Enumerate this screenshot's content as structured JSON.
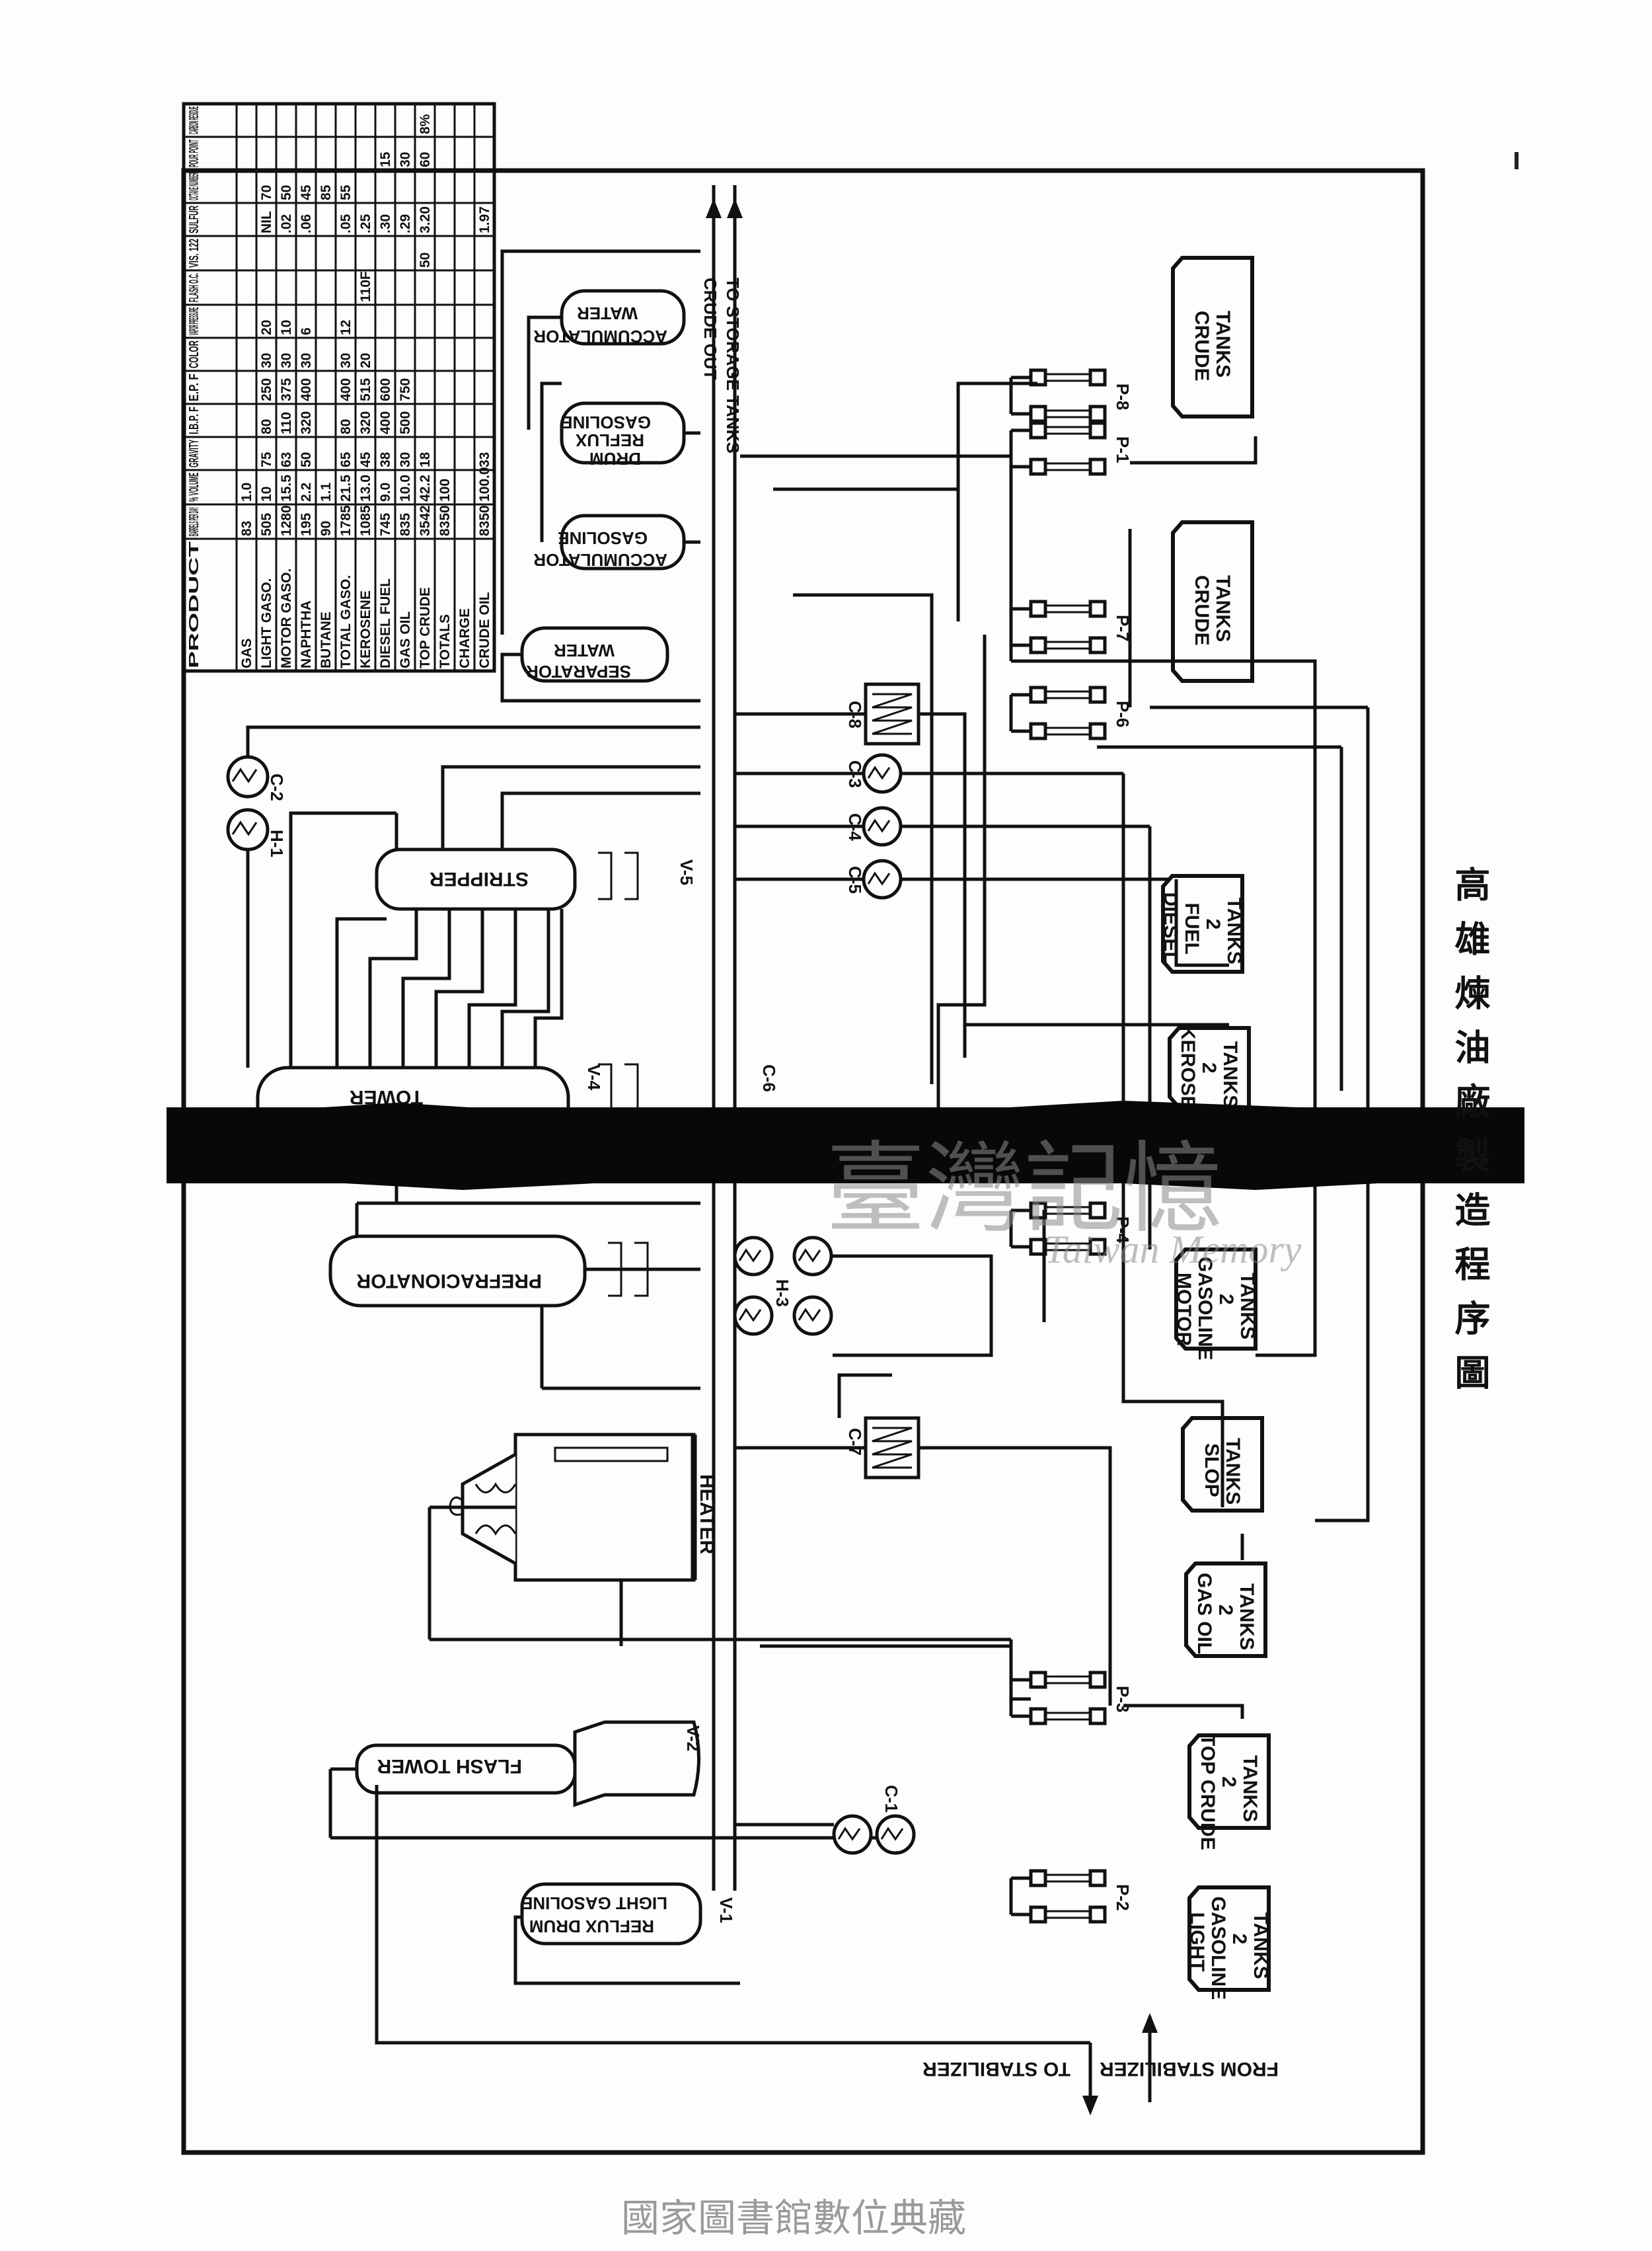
{
  "caption": "高雄煉油廠製造程序圖",
  "footer": "國家圖書館數位典藏",
  "watermark": {
    "main": "臺灣記憶",
    "sub": "Taiwan Memory"
  },
  "equipment": {
    "flash_tower": "FLASH TOWER",
    "prefractionator": "PREFRACIONATOR",
    "heater": "HEATER",
    "tower": "TOWER",
    "stripper": "STRIPPER",
    "water_separator": [
      "WATER",
      "SEPARATOR"
    ],
    "gasoline_accumulator": [
      "GASOLINE",
      "ACCUMULATOR"
    ],
    "gasoline_reflux_drum": [
      "GASOLINE",
      "REFLUX",
      "DRUM"
    ],
    "water_accumulator": [
      "WATER",
      "ACCUMULATOR"
    ],
    "light_gasoline_reflux_drum": [
      "LIGHT GASOLINE",
      "REFLUX DRUM"
    ],
    "to_stabilizer": "TO STABILIZER",
    "from_stabilizer": "FROM STABILIZER",
    "crude_out": "CRUDE OUT",
    "to_storage_tanks": "TO STORAGE TANKS"
  },
  "tags": {
    "v1": "V-1",
    "v2": "V-2",
    "v4": "V-4",
    "v5": "V-5",
    "h1": "H-1",
    "h3": "H-3",
    "c1": "C-1",
    "c2": "C-2",
    "c3": "C-3",
    "c4": "C-4",
    "c5": "C-5",
    "c6": "C-6",
    "c7": "C-7",
    "c8": "C-8",
    "p1": "P-1",
    "p2": "P-2",
    "p3": "P-3",
    "p4": "P-4",
    "p6": "P-6",
    "p7": "P-7",
    "p8": "P-8"
  },
  "tanks": {
    "light_gasoline": [
      "LIGHT",
      "GASOLINE",
      "2",
      "TANKS"
    ],
    "top_crude": [
      "TOP CRUDE",
      "2",
      "TANKS"
    ],
    "gas_oil": [
      "GAS OIL",
      "2",
      "TANKS"
    ],
    "slop": [
      "SLOP",
      "TANKS"
    ],
    "motor_gasoline": [
      "MOTOR",
      "GASOLINE",
      "2",
      "TANKS"
    ],
    "kerosene": [
      "KEROSENE",
      "2",
      "TANKS"
    ],
    "diesel_fuel": [
      "DIESEL",
      "FUEL",
      "2",
      "TANKS"
    ],
    "crude_1": [
      "CRUDE",
      "TANKS"
    ],
    "crude_2": [
      "CRUDE",
      "TANKS"
    ]
  },
  "table": {
    "headers": [
      "PRODUCT",
      "BARRELS PER DAY",
      "% VOLUME",
      "GRAVITY",
      "I.B.P. F",
      "E.P. F",
      "COLOR",
      "VAPOR PRESSURE",
      "FLASH O.C.",
      "VIS. 122",
      "SULFUR",
      "OCTANE NUMBER",
      "POUR POINT",
      "CARBON RESIDUE"
    ],
    "rows": [
      [
        "GAS",
        "83",
        "1.0",
        "",
        "",
        "",
        "",
        "",
        "",
        "",
        "",
        "",
        "",
        ""
      ],
      [
        "LIGHT GASO.",
        "505",
        "10",
        "75",
        "80",
        "250",
        "30",
        "20",
        "",
        "",
        "NIL",
        "70",
        "",
        ""
      ],
      [
        "MOTOR GASO.",
        "1280",
        "15.5",
        "63",
        "110",
        "375",
        "30",
        "10",
        "",
        "",
        ".02",
        "50",
        "",
        ""
      ],
      [
        "NAPHTHA",
        "195",
        "2.2",
        "50",
        "320",
        "400",
        "30",
        "6",
        "",
        "",
        ".06",
        "45",
        "",
        ""
      ],
      [
        "BUTANE",
        "90",
        "1.1",
        "",
        "",
        "",
        "",
        "",
        "",
        "",
        "",
        "85",
        "",
        ""
      ],
      [
        "TOTAL GASO.",
        "1785",
        "21.5",
        "65",
        "80",
        "400",
        "30",
        "12",
        "",
        "",
        ".05",
        "55",
        "",
        ""
      ],
      [
        "KEROSENE",
        "1085",
        "13.0",
        "45",
        "320",
        "515",
        "20",
        "",
        "110F",
        "",
        ".25",
        "",
        "",
        ""
      ],
      [
        "DIESEL FUEL",
        "745",
        "9.0",
        "38",
        "400",
        "600",
        "",
        "",
        "",
        "",
        ".30",
        "",
        "15",
        ""
      ],
      [
        "GAS OIL",
        "835",
        "10.0",
        "30",
        "500",
        "750",
        "",
        "",
        "",
        "",
        ".29",
        "",
        "30",
        ""
      ],
      [
        "TOP CRUDE",
        "3542",
        "42.2",
        "18",
        "",
        "",
        "",
        "",
        "",
        "50",
        "3.20",
        "",
        "60",
        "8%"
      ],
      [
        "TOTALS",
        "8350",
        "100",
        "",
        "",
        "",
        "",
        "",
        "",
        "",
        "",
        "",
        "",
        ""
      ],
      [
        "CHARGE",
        "",
        "",
        "",
        "",
        "",
        "",
        "",
        "",
        "",
        "",
        "",
        "",
        ""
      ],
      [
        "CRUDE OIL",
        "8350",
        "100.0",
        "33",
        "",
        "",
        "",
        "",
        "",
        "",
        "1.97",
        "",
        "",
        ""
      ]
    ]
  }
}
